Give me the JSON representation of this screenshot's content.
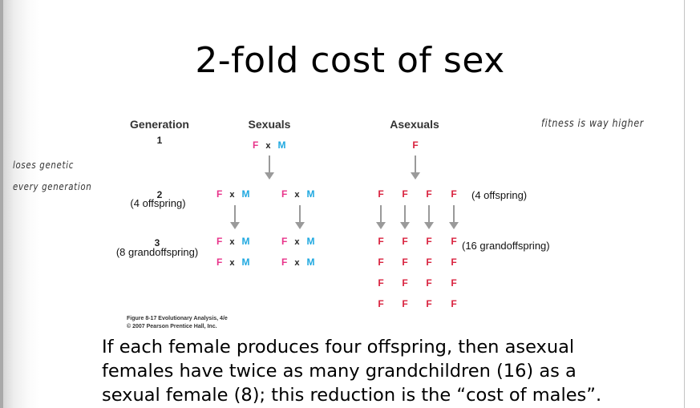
{
  "slide": {
    "title": "2-fold cost of sex",
    "annotations": {
      "left_line1": "loses genetic",
      "left_line2": "every generation",
      "right": "fitness is way higher"
    },
    "figure": {
      "headers": {
        "generation": "Generation",
        "sexuals": "Sexuals",
        "asexuals": "Asexuals"
      },
      "generations": [
        {
          "number": "1",
          "label": ""
        },
        {
          "number": "2",
          "label": "(4 offspring)"
        },
        {
          "number": "3",
          "label": "(8 grandoffspring)"
        }
      ],
      "symbols": {
        "female": "F",
        "male": "M",
        "cross": "x"
      },
      "asexual_labels": {
        "gen2": "(4 offspring)",
        "gen3": "(16 grandoffspring)"
      },
      "colors": {
        "female_sexual": "#e8338a",
        "male": "#1fa8e0",
        "female_asexual": "#d9233f",
        "arrow": "#9a9a9a"
      },
      "credit_line1": "Figure 8-17  Evolutionary Analysis, 4/e",
      "credit_line2": "© 2007 Pearson Prentice Hall, Inc."
    },
    "body": {
      "line1": "If each female produces four offspring, then asexual",
      "line2": "females have twice as many grandchildren (16) as a",
      "line3": "sexual female (8); this reduction is the “cost of males”."
    }
  }
}
